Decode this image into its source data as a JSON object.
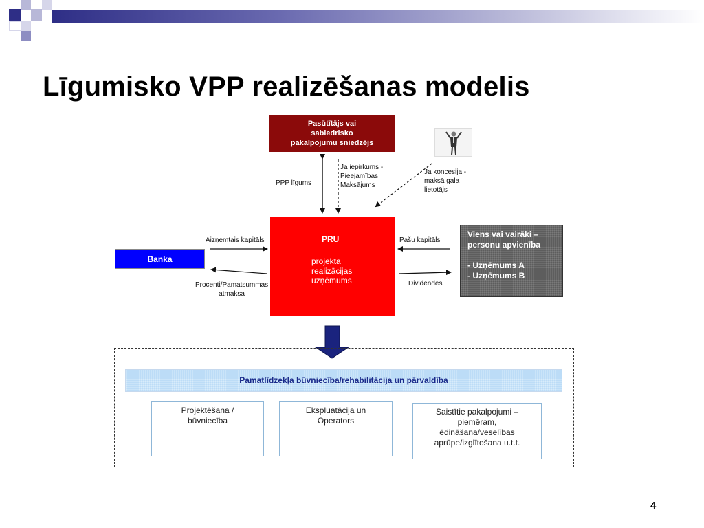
{
  "slide": {
    "title": "Līgumisko VPP realizēšanas modelis",
    "page_number": "4"
  },
  "colors": {
    "header_gradient_dark": "#2e2e86",
    "decor_square_dark": "#2e2e86",
    "decor_square_light": "#b8b8d8",
    "client_box": "#8b0a0a",
    "pru_box": "#ff0000",
    "bank_box": "#0000ff",
    "investor_box": "#5d5d5d",
    "band": "#bcdcf7",
    "arrow_down": "#1a237e"
  },
  "diagram": {
    "client_box": {
      "lines": [
        "Pasūtītājs vai",
        "sabiedrisko",
        "pakalpojumu sniedzējs"
      ]
    },
    "person_icon": "business-person-icon",
    "pru_box": {
      "heading": "PRU",
      "lines": [
        "projekta",
        "realizācijas",
        "uzņēmums"
      ]
    },
    "bank_box": {
      "label": "Banka"
    },
    "investor_box": {
      "lines": [
        "Viens vai vairāki –",
        "personu apvienība",
        "",
        "- Uzņēmums A",
        "- Uzņēmums B"
      ]
    },
    "labels": {
      "ppp_ligums": "PPP līgums",
      "ja_iepirkums": [
        "Ja iepirkums -",
        "Pieejamības",
        "Maksājums"
      ],
      "ja_koncesija": [
        "Ja koncesija -",
        "maksā gala",
        "lietotājs"
      ],
      "aiznemtais_kapitals": "Aizņemtais kapitāls",
      "procenti": [
        "Procenti/Pamatsummas",
        "atmaksa"
      ],
      "pasu_kapitals": "Pašu kapitāls",
      "dividendes": "Dividendes"
    },
    "band": {
      "label": "Pamatlīdzekļa būvniecība/rehabilitācija un pārvaldība"
    },
    "sub_boxes": [
      {
        "lines": [
          "Projektēšana /",
          "būvniecība"
        ]
      },
      {
        "lines": [
          "Ekspluatācija un",
          "Operators"
        ]
      },
      {
        "lines": [
          "Saistītie pakalpojumi –",
          "piemēram,",
          "ēdināšana/veselības",
          "aprūpe/izglītošana u.t.t."
        ]
      }
    ]
  }
}
